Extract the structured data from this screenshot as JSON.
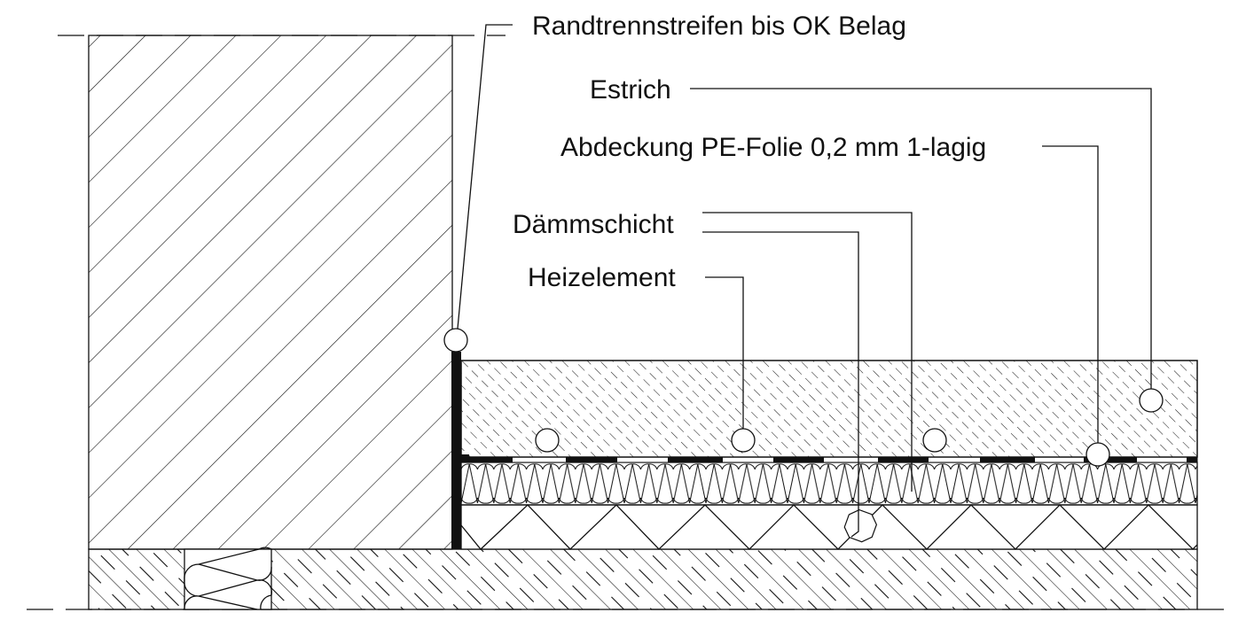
{
  "labels": {
    "edge_strip": "Randtrennstreifen bis OK Belag",
    "screed": "Estrich",
    "cover": "Abdeckung PE-Folie 0,2 mm 1-lagig",
    "insulation": "Dämmschicht",
    "heating": "Heizelement"
  },
  "colors": {
    "line": "#111111",
    "background": "#ffffff"
  }
}
